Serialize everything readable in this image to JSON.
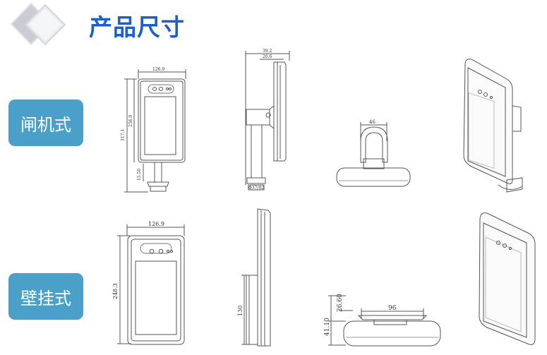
{
  "header": {
    "title": "产品尺寸"
  },
  "rows": [
    {
      "label": "闸机式",
      "dims": {
        "width": "126.9",
        "height_total": "317.1",
        "height_screen": "256.9",
        "neck": "15.50",
        "depth_total": "39.2",
        "depth_body": "26.6",
        "pole": "Φ37/82",
        "top_bracket": "46"
      }
    },
    {
      "label": "壁挂式",
      "dims": {
        "width": "126.9",
        "height": "248.3",
        "bracket_height": "130",
        "bracket_width": "96",
        "depth_a": "26.60",
        "depth_b": "41.10"
      }
    }
  ],
  "colors": {
    "title": "#1c5fc8",
    "badge": "#4aa0c8",
    "line": "#555555"
  }
}
